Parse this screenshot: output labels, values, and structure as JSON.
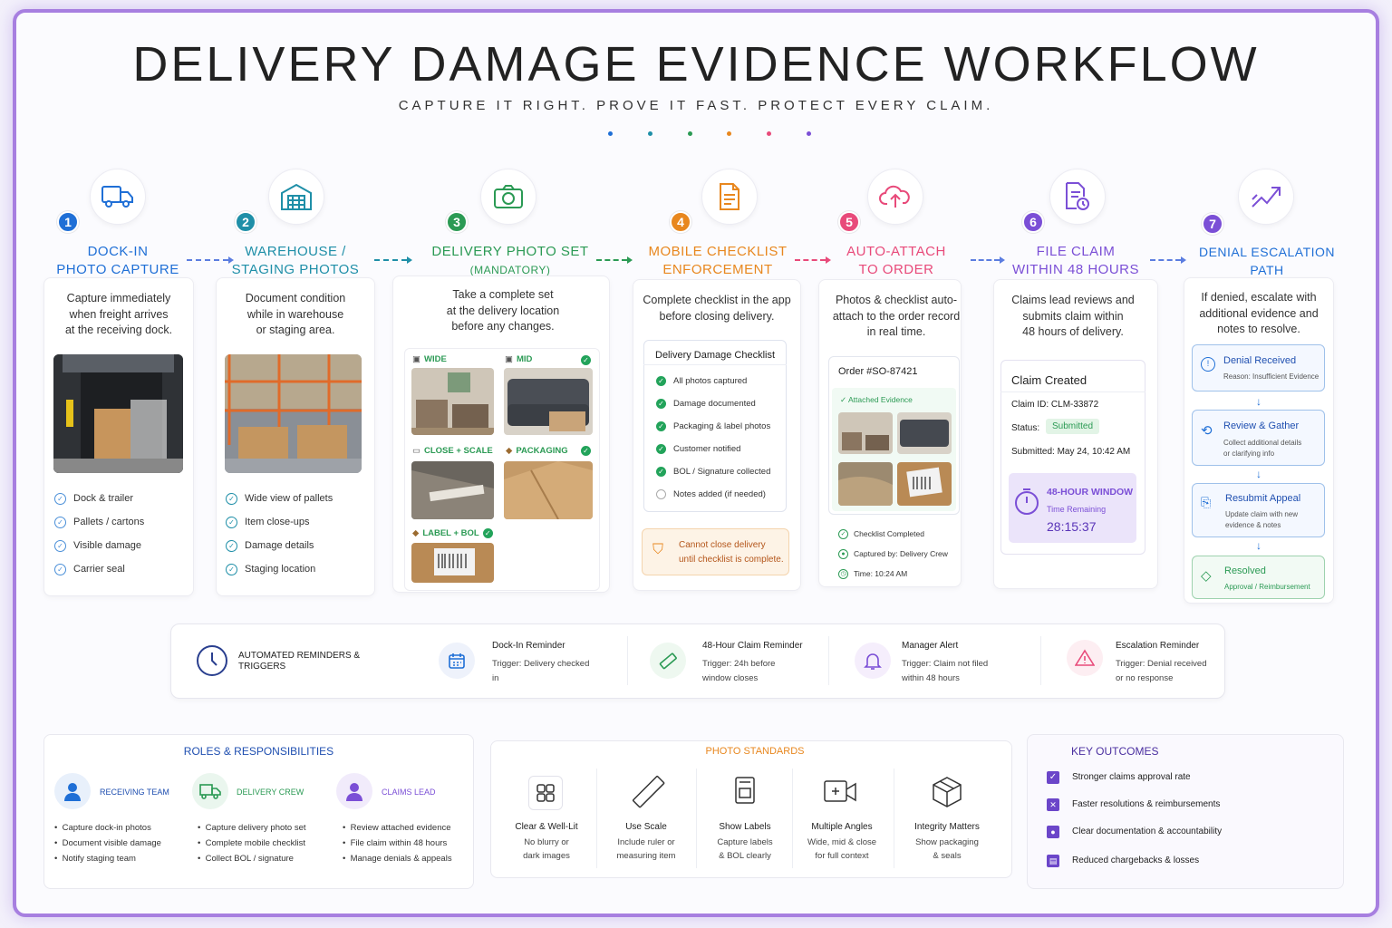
{
  "title": "DELIVERY DAMAGE EVIDENCE  WORKFLOW",
  "subtitle": "CAPTURE IT RIGHT. PROVE IT FAST. PROTECT EVERY CLAIM.",
  "colors": {
    "blue": "#1f6fd6",
    "teal": "#1f8fa8",
    "green": "#2b9a54",
    "orange": "#e8871e",
    "pink": "#e84a7a",
    "purple": "#7b4fd6"
  },
  "steps": [
    {
      "num": "1",
      "title1": "DOCK-IN",
      "title2": "PHOTO CAPTURE",
      "desc": [
        "Capture immediately",
        "when freight arrives",
        "at the receiving dock."
      ],
      "items": [
        "Dock & trailer",
        "Pallets / cartons",
        "Visible damage",
        "Carrier seal"
      ],
      "icon": "truck-icon"
    },
    {
      "num": "2",
      "title1": "WAREHOUSE /",
      "title2": "STAGING PHOTOS",
      "desc": [
        "Document condition",
        "while in warehouse",
        "or staging area."
      ],
      "items": [
        "Wide view of pallets",
        "Item close-ups",
        "Damage details",
        "Staging location"
      ],
      "icon": "warehouse-icon"
    },
    {
      "num": "3",
      "title1": "DELIVERY PHOTO SET",
      "title2": "(MANDATORY)",
      "desc": [
        "Take a complete set",
        "at the delivery location",
        "before any changes."
      ],
      "photos": [
        "WIDE",
        "MID",
        "CLOSE + SCALE",
        "PACKAGING",
        "LABEL + BOL"
      ],
      "icon": "camera-icon"
    },
    {
      "num": "4",
      "title1": "MOBILE CHECKLIST",
      "title2": "ENFORCEMENT",
      "desc": [
        "Complete checklist in the app",
        "before closing delivery."
      ],
      "checklist_title": "Delivery Damage Checklist",
      "checklist": [
        "All photos captured",
        "Damage documented",
        "Packaging & label photos",
        "Customer notified",
        "BOL / Signature collected",
        "Notes added (if needed)"
      ],
      "warn1": "Cannot close delivery",
      "warn2": "until checklist is complete.",
      "icon": "checklist-icon"
    },
    {
      "num": "5",
      "title1": "AUTO-ATTACH",
      "title2": "TO ORDER",
      "desc": [
        "Photos & checklist auto-",
        "attach to the order record",
        "in real time."
      ],
      "order": "Order #SO-87421",
      "attached": "Attached Evidence",
      "meta": [
        "Checklist Completed",
        "Captured by:  Delivery Crew",
        "Time:  10:24 AM"
      ],
      "icon": "cloud-upload-icon"
    },
    {
      "num": "6",
      "title1": "FILE CLAIM",
      "title2": "WITHIN 48 HOURS",
      "desc": [
        "Claims lead reviews and",
        "submits claim within",
        "48 hours of delivery."
      ],
      "claim_title": "Claim Created",
      "claim_id_label": "Claim ID:",
      "claim_id": "CLM-33872",
      "status_label": "Status:",
      "status": "Submitted",
      "submitted_label": "Submitted:",
      "submitted": "May 24, 10:42 AM",
      "window": "48-HOUR WINDOW",
      "remaining": "Time Remaining",
      "timer": "28:15:37",
      "icon": "document-clock-icon"
    },
    {
      "num": "7",
      "title1": "DENIAL ESCALATION",
      "title2": "PATH",
      "desc": [
        "If denied, escalate with",
        "additional evidence and",
        "notes to resolve."
      ],
      "escalation": [
        {
          "t": "Denial Received",
          "s1": "Reason: Insufficient Evidence",
          "s2": ""
        },
        {
          "t": "Review & Gather",
          "s1": "Collect additional details",
          "s2": "or clarifying info"
        },
        {
          "t": "Resubmit Appeal",
          "s1": "Update claim with new",
          "s2": "evidence & notes"
        },
        {
          "t": "Resolved",
          "s1": "Approval / Reimbursement",
          "s2": ""
        }
      ],
      "icon": "escalate-arrow-icon"
    }
  ],
  "reminders": {
    "title1": "AUTOMATED REMINDERS &",
    "title2": "TRIGGERS",
    "items": [
      {
        "t": "Dock-In Reminder",
        "l1": "Trigger:  Delivery checked",
        "l2": "in"
      },
      {
        "t": "48-Hour Claim Reminder",
        "l1": "Trigger:  24h before",
        "l2": "window closes"
      },
      {
        "t": "Manager Alert",
        "l1": "Trigger:  Claim not filed",
        "l2": "within 48 hours"
      },
      {
        "t": "Escalation Reminder",
        "l1": "Trigger:  Denial received",
        "l2": "or no response"
      }
    ]
  },
  "roles": {
    "title": "ROLES & RESPONSIBILITIES",
    "items": [
      {
        "name": "RECEIVING TEAM",
        "b": [
          "Capture dock-in photos",
          "Document visible damage",
          "Notify staging team"
        ]
      },
      {
        "name": "DELIVERY CREW",
        "b": [
          "Capture delivery photo set",
          "Complete mobile checklist",
          "Collect BOL / signature"
        ]
      },
      {
        "name": "CLAIMS LEAD",
        "b": [
          "Review attached evidence",
          "File claim within 48 hours",
          "Manage denials & appeals"
        ]
      }
    ]
  },
  "standards": {
    "title": "PHOTO STANDARDS",
    "items": [
      {
        "t": "Clear & Well-Lit",
        "l1": "No blurry or",
        "l2": "dark images"
      },
      {
        "t": "Use Scale",
        "l1": "Include ruler or",
        "l2": "measuring item"
      },
      {
        "t": "Show Labels",
        "l1": "Capture labels",
        "l2": "& BOL clearly"
      },
      {
        "t": "Multiple Angles",
        "l1": "Wide, mid & close",
        "l2": "for full context"
      },
      {
        "t": "Integrity Matters",
        "l1": "Show packaging",
        "l2": "& seals"
      }
    ]
  },
  "outcomes": {
    "title": "KEY OUTCOMES",
    "items": [
      "Stronger claims approval rate",
      "Faster resolutions & reimbursements",
      "Clear documentation & accountability",
      "Reduced chargebacks & losses"
    ]
  }
}
